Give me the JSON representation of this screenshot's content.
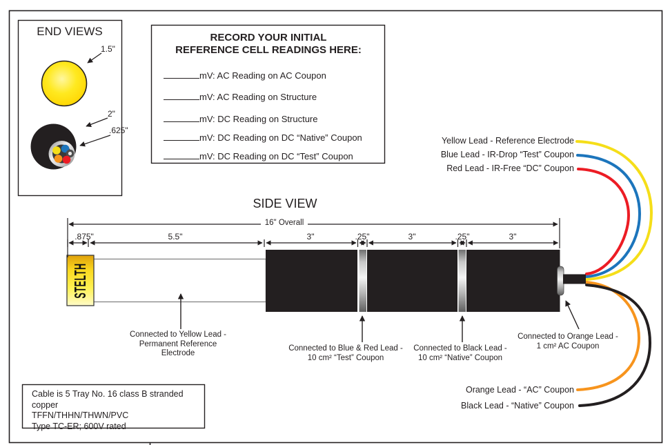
{
  "end_views": {
    "title": "END VIEWS",
    "dim_top_circle": "1.5\"",
    "dim_outer": "2\"",
    "dim_inner": ".625\""
  },
  "record_box": {
    "title_line1": "RECORD YOUR INITIAL",
    "title_line2": "REFERENCE CELL READINGS HERE:",
    "lines": [
      "mV: AC Reading on AC Coupon",
      "mV: AC Reading on Structure",
      "mV: DC Reading on Structure",
      "mV: DC Reading on DC “Native” Coupon",
      "mV: DC Reading on DC “Test” Coupon"
    ]
  },
  "side_view": {
    "title": "SIDE VIEW",
    "overall_dim": "16\" Overall",
    "dims": [
      ".875\"",
      "5.5\"",
      "3\"",
      ".25\"",
      "3\"",
      ".25\"",
      "3\""
    ],
    "label_text": "STELTH"
  },
  "leads_top": [
    {
      "label": "Yellow Lead - Reference Electrode"
    },
    {
      "label": "Blue Lead - IR-Drop “Test” Coupon"
    },
    {
      "label": "Red Lead - IR-Free “DC” Coupon"
    }
  ],
  "leads_bottom": [
    {
      "label": "Orange Lead - “AC” Coupon"
    },
    {
      "label": "Black Lead - “Native” Coupon"
    }
  ],
  "annotations": {
    "yellow": [
      "Connected to Yellow Lead -",
      "Permanent Reference",
      "Electrode"
    ],
    "blue_red": [
      "Connected to Blue & Red Lead -",
      "10 cm² “Test” Coupon"
    ],
    "black": [
      "Connected to Black Lead -",
      "10 cm² “Native” Coupon"
    ],
    "orange": [
      "Connected to Orange Lead -",
      "1 cm² AC Coupon"
    ]
  },
  "cable_box": {
    "lines": [
      "Cable is 5 Tray No. 16 class B stranded copper",
      "TFFN/THHN/THWN/PVC",
      "Type TC-ER; 600V rated"
    ]
  },
  "colors": {
    "yellow_lead": "#F5DE19",
    "blue_lead": "#1C75BC",
    "red_lead": "#EC1C24",
    "orange_lead": "#F7941D",
    "black_lead": "#231F20",
    "ink": "#231F20"
  }
}
